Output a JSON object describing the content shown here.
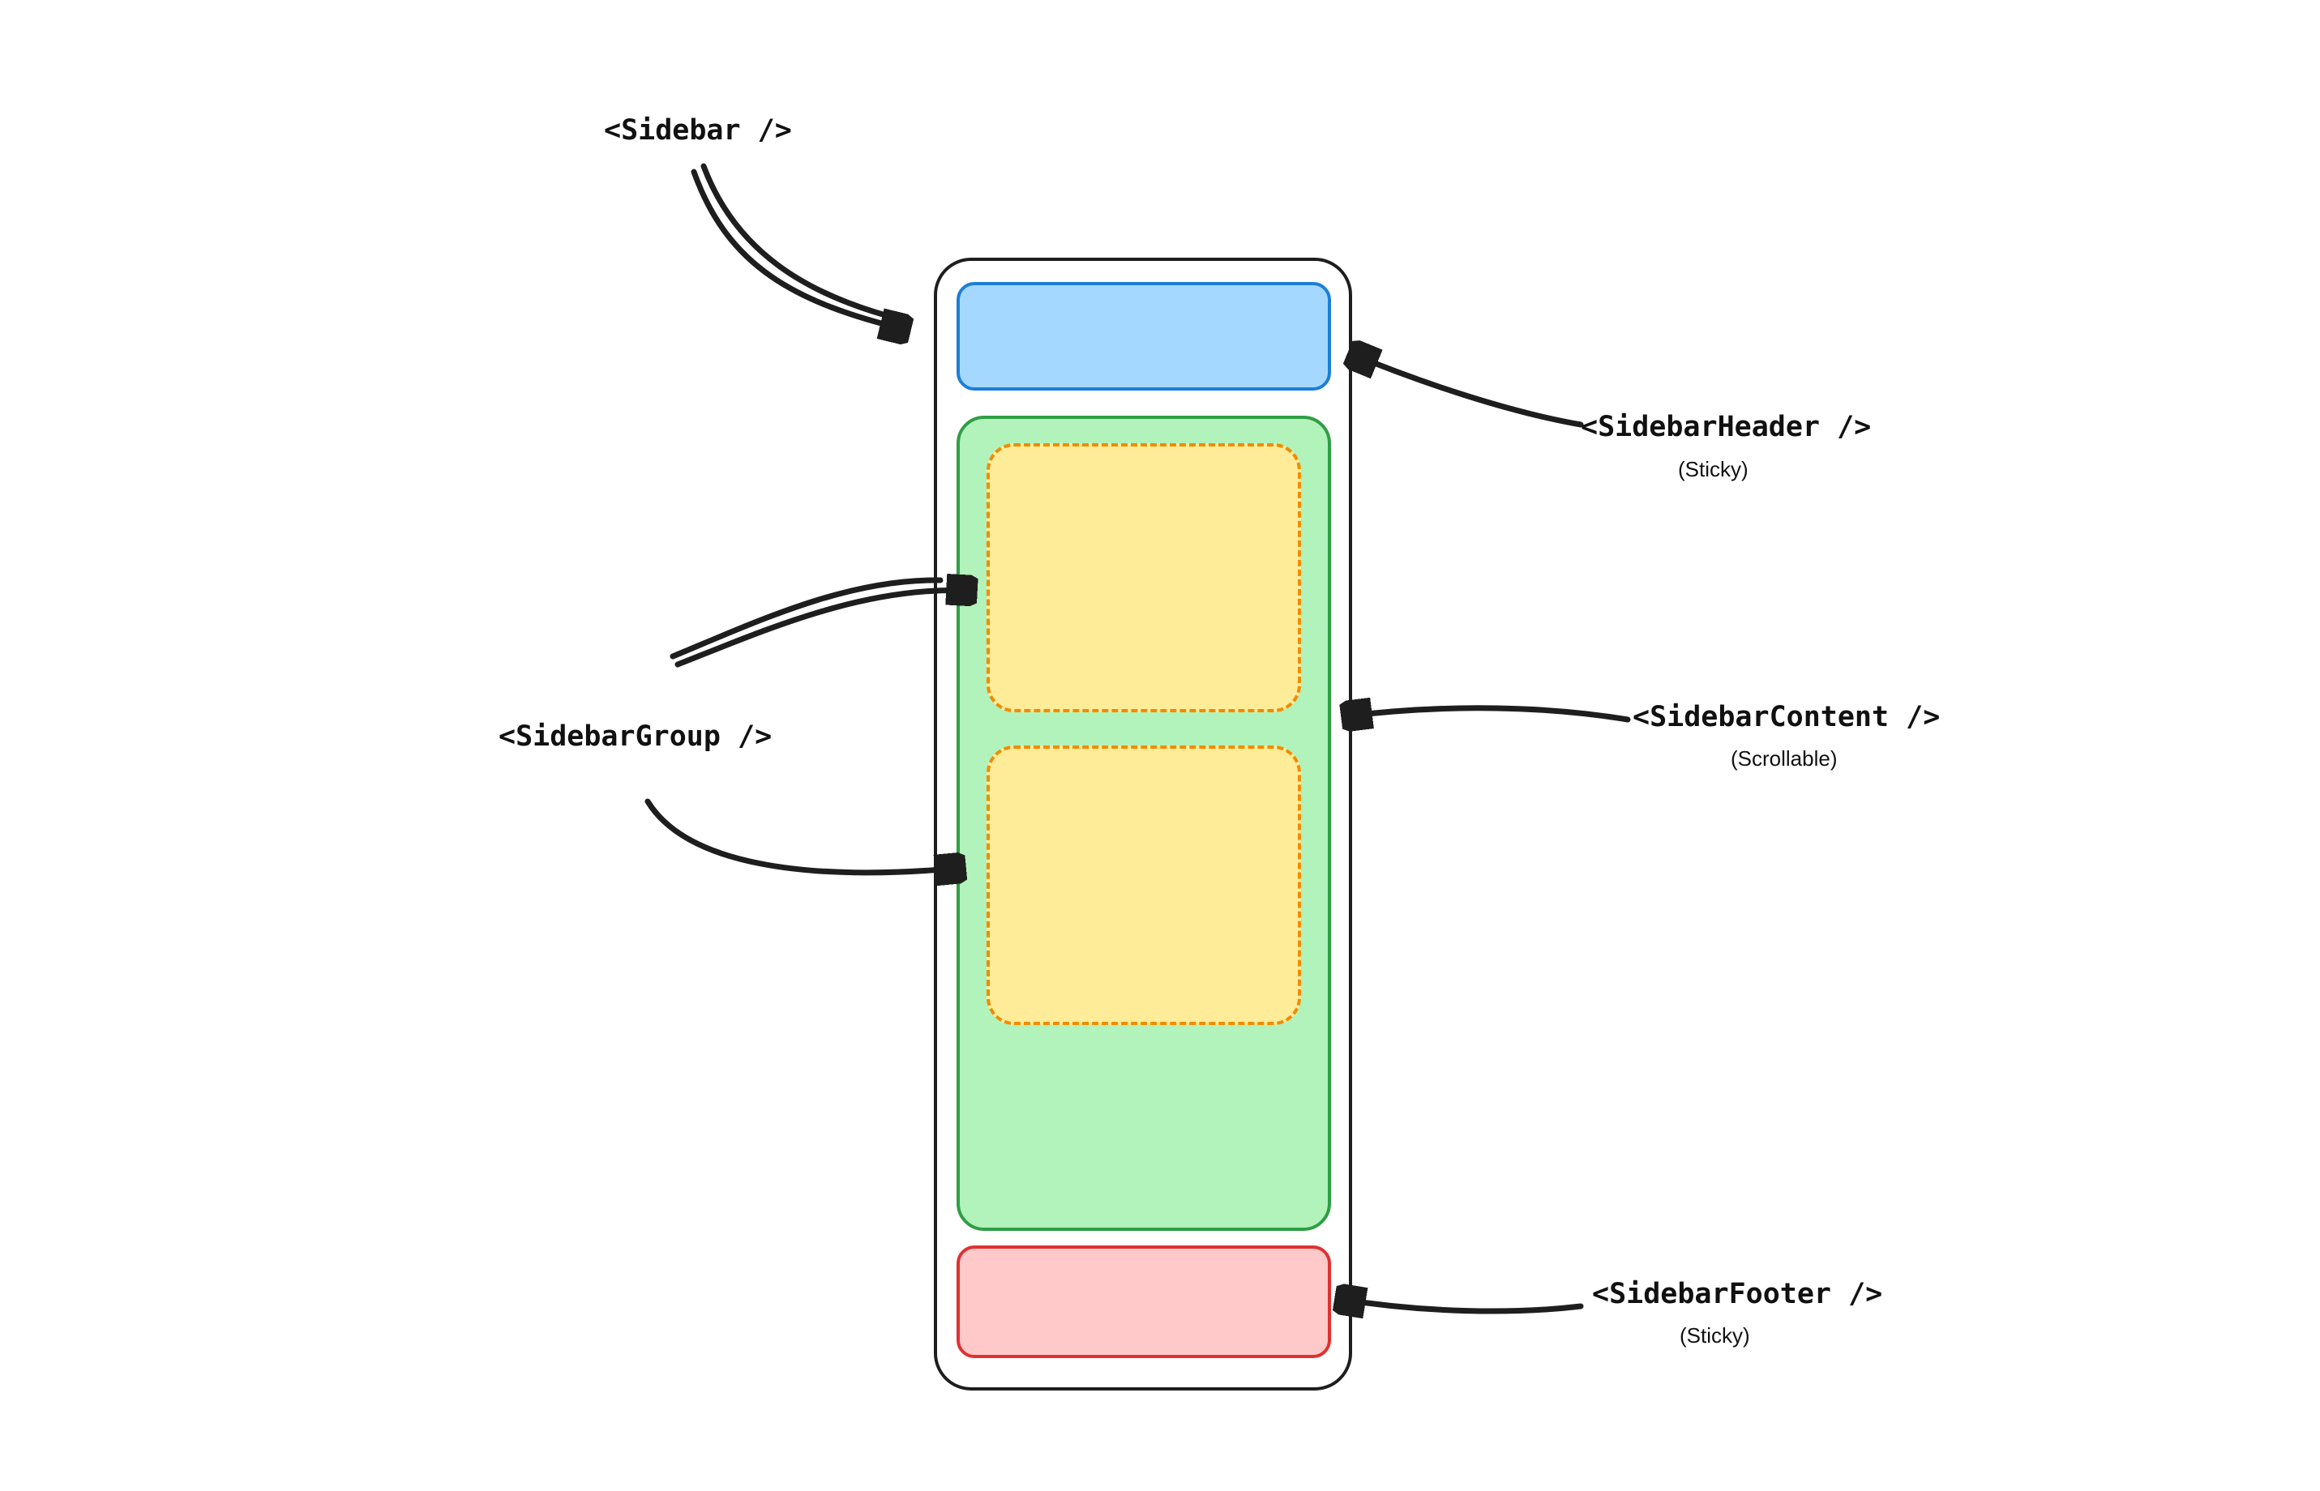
{
  "diagram": {
    "labels": {
      "sidebar": "<Sidebar />",
      "header": "<SidebarHeader />",
      "header_note": "(Sticky)",
      "group": "<SidebarGroup />",
      "content": "<SidebarContent />",
      "content_note": "(Scrollable)",
      "footer": "<SidebarFooter />",
      "footer_note": "(Sticky)"
    },
    "colors": {
      "outline": "#1e1e1e",
      "header_fill": "#a5d8ff",
      "header_stroke": "#1c7ed6",
      "content_fill": "#b2f2bb",
      "content_stroke": "#2f9e44",
      "group_fill": "#ffec99",
      "group_stroke": "#f08c00",
      "footer_fill": "#ffc9c9",
      "footer_stroke": "#e03131",
      "arrow": "#1e1e1e",
      "text": "#111111"
    }
  }
}
